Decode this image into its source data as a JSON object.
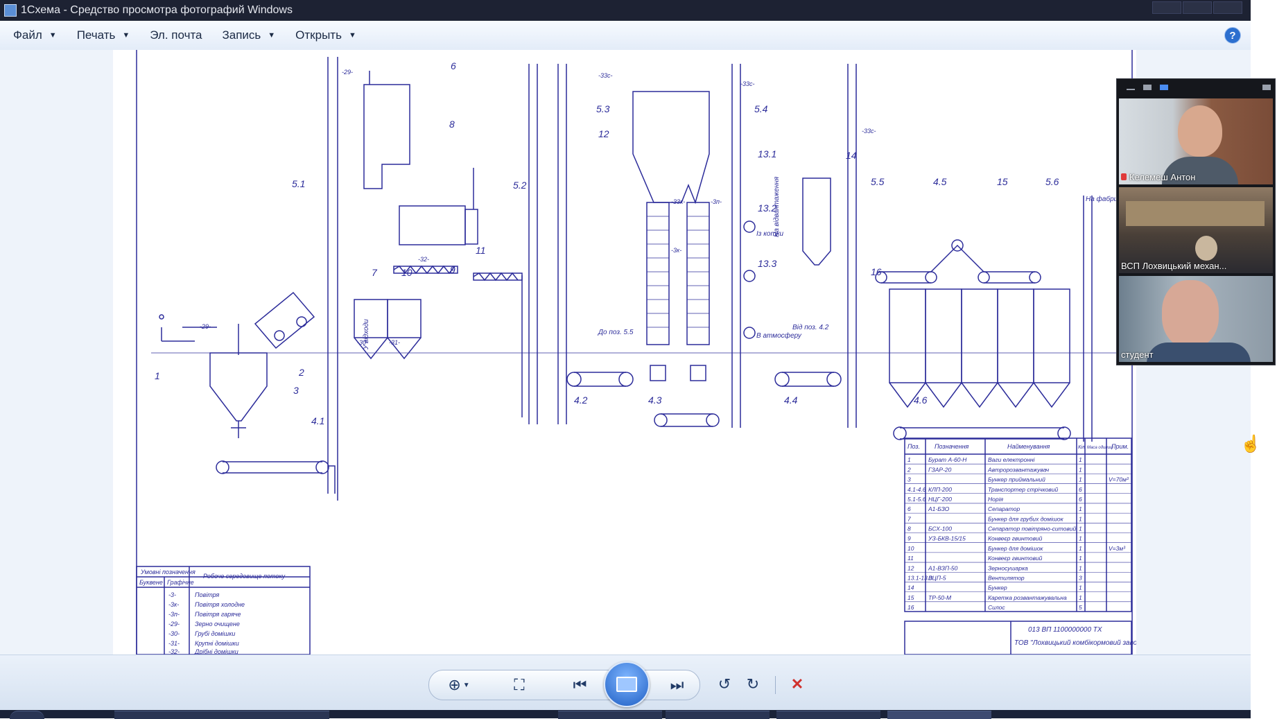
{
  "window": {
    "title": "1Схема - Средство просмотра фотографий Windows"
  },
  "menu": [
    {
      "label": "Файл",
      "dropdown": true
    },
    {
      "label": "Печать",
      "dropdown": true
    },
    {
      "label": "Эл. почта",
      "dropdown": false
    },
    {
      "label": "Запись",
      "dropdown": true
    },
    {
      "label": "Открыть",
      "dropdown": true
    }
  ],
  "help_label": "?",
  "drawing": {
    "positions": [
      "1",
      "2",
      "3",
      "4.1",
      "5.1",
      "6",
      "7",
      "8",
      "9",
      "10",
      "11",
      "5.2",
      "5.3",
      "12",
      "4.2",
      "4.3",
      "5.4",
      "13.1",
      "13.2",
      "13.3",
      "14",
      "4.4",
      "5.5",
      "4.5",
      "15",
      "5.6",
      "16",
      "4.6"
    ],
    "flow_labels": [
      "-29-",
      "-30-",
      "-31-",
      "-32-",
      "-33с-",
      "-33к-",
      "-3к-",
      "-3п-"
    ],
    "notes": [
      "До поз. 5.5",
      "Від поз. 4.2",
      "На відвантаження",
      "На фабрику",
      "Із котки",
      "В атмосферу",
      "У відходи"
    ],
    "legend": {
      "header_group": "Умовні позначення",
      "header_col1": "Буквене",
      "header_col2": "Графічне",
      "header_col3": "Робоче середовище потоку",
      "rows": [
        {
          "code": "-3-",
          "name": "Повітря"
        },
        {
          "code": "-3к-",
          "name": "Повітря холодне"
        },
        {
          "code": "-3п-",
          "name": "Повітря гаряче"
        },
        {
          "code": "-29-",
          "name": "Зерно очищене"
        },
        {
          "code": "-30-",
          "name": "Грубі домішки"
        },
        {
          "code": "-31-",
          "name": "Крупні домішки"
        },
        {
          "code": "-32-",
          "name": "Дрібні домішки"
        }
      ]
    },
    "spec": {
      "headers": [
        "Поз.",
        "Позначення",
        "Найменування",
        "Кіл.",
        "Маса одиниці",
        "Прим."
      ],
      "rows": [
        {
          "pos": "1",
          "code": "Бурат А-60-Н",
          "name": "Ваги електронні",
          "qty": "1",
          "note": ""
        },
        {
          "pos": "2",
          "code": "ГЗАР-20",
          "name": "Автророзвантажувач",
          "qty": "1",
          "note": ""
        },
        {
          "pos": "3",
          "code": "",
          "name": "Бункер приймальний",
          "qty": "1",
          "note": "V=70м³"
        },
        {
          "pos": "4.1-4.6",
          "code": "КЛП-200",
          "name": "Транспортер стрічковий",
          "qty": "6",
          "note": ""
        },
        {
          "pos": "5.1-5.6",
          "code": "НЦГ-200",
          "name": "Норія",
          "qty": "6",
          "note": ""
        },
        {
          "pos": "6",
          "code": "А1-БЗО",
          "name": "Сепаратор",
          "qty": "1",
          "note": ""
        },
        {
          "pos": "7",
          "code": "",
          "name": "Бункер для грубих домішок",
          "qty": "1",
          "note": ""
        },
        {
          "pos": "8",
          "code": "БСХ-100",
          "name": "Сепаратор повітряно-ситовий",
          "qty": "1",
          "note": ""
        },
        {
          "pos": "9",
          "code": "УЗ-БКВ-15/15",
          "name": "Конвеєр гвинтовий",
          "qty": "1",
          "note": ""
        },
        {
          "pos": "10",
          "code": "",
          "name": "Бункер для домішок",
          "qty": "1",
          "note": "V=3м³"
        },
        {
          "pos": "11",
          "code": "",
          "name": "Конвеєр гвинтовий",
          "qty": "1",
          "note": ""
        },
        {
          "pos": "12",
          "code": "А1-ВЗП-50",
          "name": "Зерносушарка",
          "qty": "1",
          "note": ""
        },
        {
          "pos": "13.1-13.3",
          "code": "ВЦП-5",
          "name": "Вентилятор",
          "qty": "3",
          "note": ""
        },
        {
          "pos": "14",
          "code": "",
          "name": "Бункер",
          "qty": "1",
          "note": ""
        },
        {
          "pos": "15",
          "code": "ТР-50-М",
          "name": "Каретка розвантажувальна",
          "qty": "1",
          "note": ""
        },
        {
          "pos": "16",
          "code": "",
          "name": "Силос",
          "qty": "5",
          "note": ""
        }
      ]
    },
    "stamp": {
      "doc_code": "013 ВП 1100000000 ТХ",
      "title": "ТОВ \"Лохвицький комбікормовий завод\""
    }
  },
  "toolbar": {
    "zoom_label": "Масштаб",
    "fit_label": "Реальный размер",
    "prev_label": "Назад",
    "slideshow_label": "Показ слайдов",
    "next_label": "Вперед",
    "rotate_left_label": "Повернуть против часовой стрелки",
    "rotate_right_label": "Повернуть по часовой стрелке",
    "delete_label": "Удалить"
  },
  "participants": [
    {
      "name": "Келемеш Антон",
      "muted": true
    },
    {
      "name": "ВСП Лохвицький механ...",
      "muted": false
    },
    {
      "name": "студент",
      "muted": false
    }
  ],
  "colors": {
    "line": "#2c2c9a",
    "titlebar": "#1d2233",
    "delete": "#d0312d"
  }
}
